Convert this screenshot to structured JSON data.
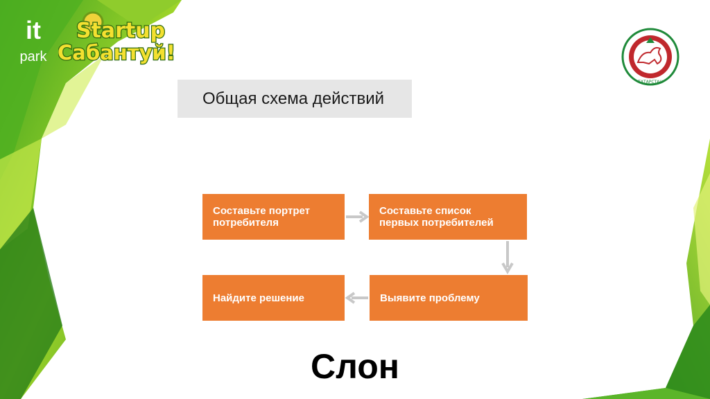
{
  "logos": {
    "it_top": "it",
    "it_bottom": "park",
    "startup_line1": "Startup",
    "startup_line2": "Сабантуй!",
    "emblem_text": "ТАТАРСТАН"
  },
  "title": "Общая схема действий",
  "steps": [
    {
      "line1": "Составьте портрет",
      "line2": "потребителя"
    },
    {
      "line1": "Составьте список",
      "line2": "первых потребителей"
    },
    {
      "line1": "Выявите проблему",
      "line2": ""
    },
    {
      "line1": "Найдите решение",
      "line2": ""
    }
  ],
  "footer_word": "Слон",
  "colors": {
    "step_fill": "#ed7d31",
    "arrow": "#c8c8c8",
    "title_bg": "#e6e6e6",
    "green_dark": "#2e8b1e",
    "green_light": "#a6d92a",
    "emblem_red": "#c0282d",
    "emblem_green": "#1f8a3a"
  }
}
